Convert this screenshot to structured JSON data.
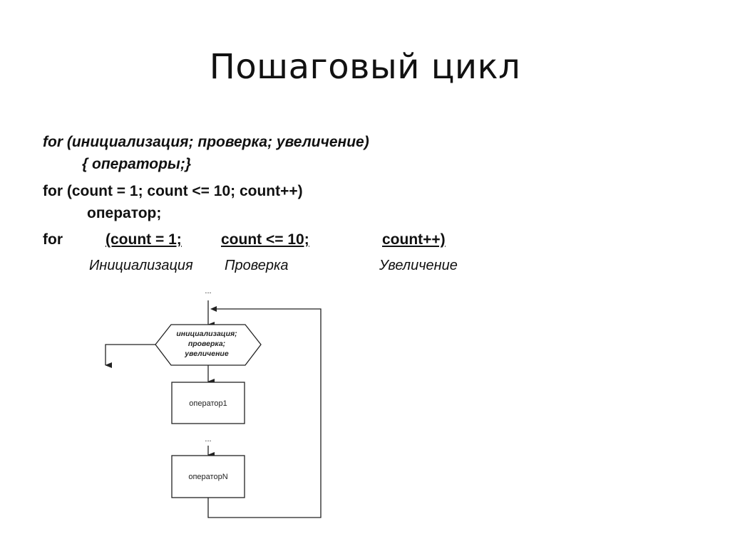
{
  "slide": {
    "title": "Пошаговый цикл"
  },
  "syntax": {
    "line1": "for (инициализация; проверка; увеличение)",
    "line2": "{ операторы;}"
  },
  "example": {
    "line1": "for (count = 1; count <= 10; count++)",
    "line2": "оператор;"
  },
  "breakdown": {
    "keyword": "for",
    "init_part": "(count = 1;",
    "check_part": "count <= 10;",
    "incr_part": "count++)",
    "init_label": "Инициализация",
    "check_label": "Проверка",
    "incr_label": "Увеличение"
  },
  "flowchart": {
    "ellipsis_top": "...",
    "hex_line1": "инициализация;",
    "hex_line2": "проверка;",
    "hex_line3": "увеличение",
    "box1": "оператор1",
    "ellipsis_mid": "...",
    "box2": "операторN"
  }
}
